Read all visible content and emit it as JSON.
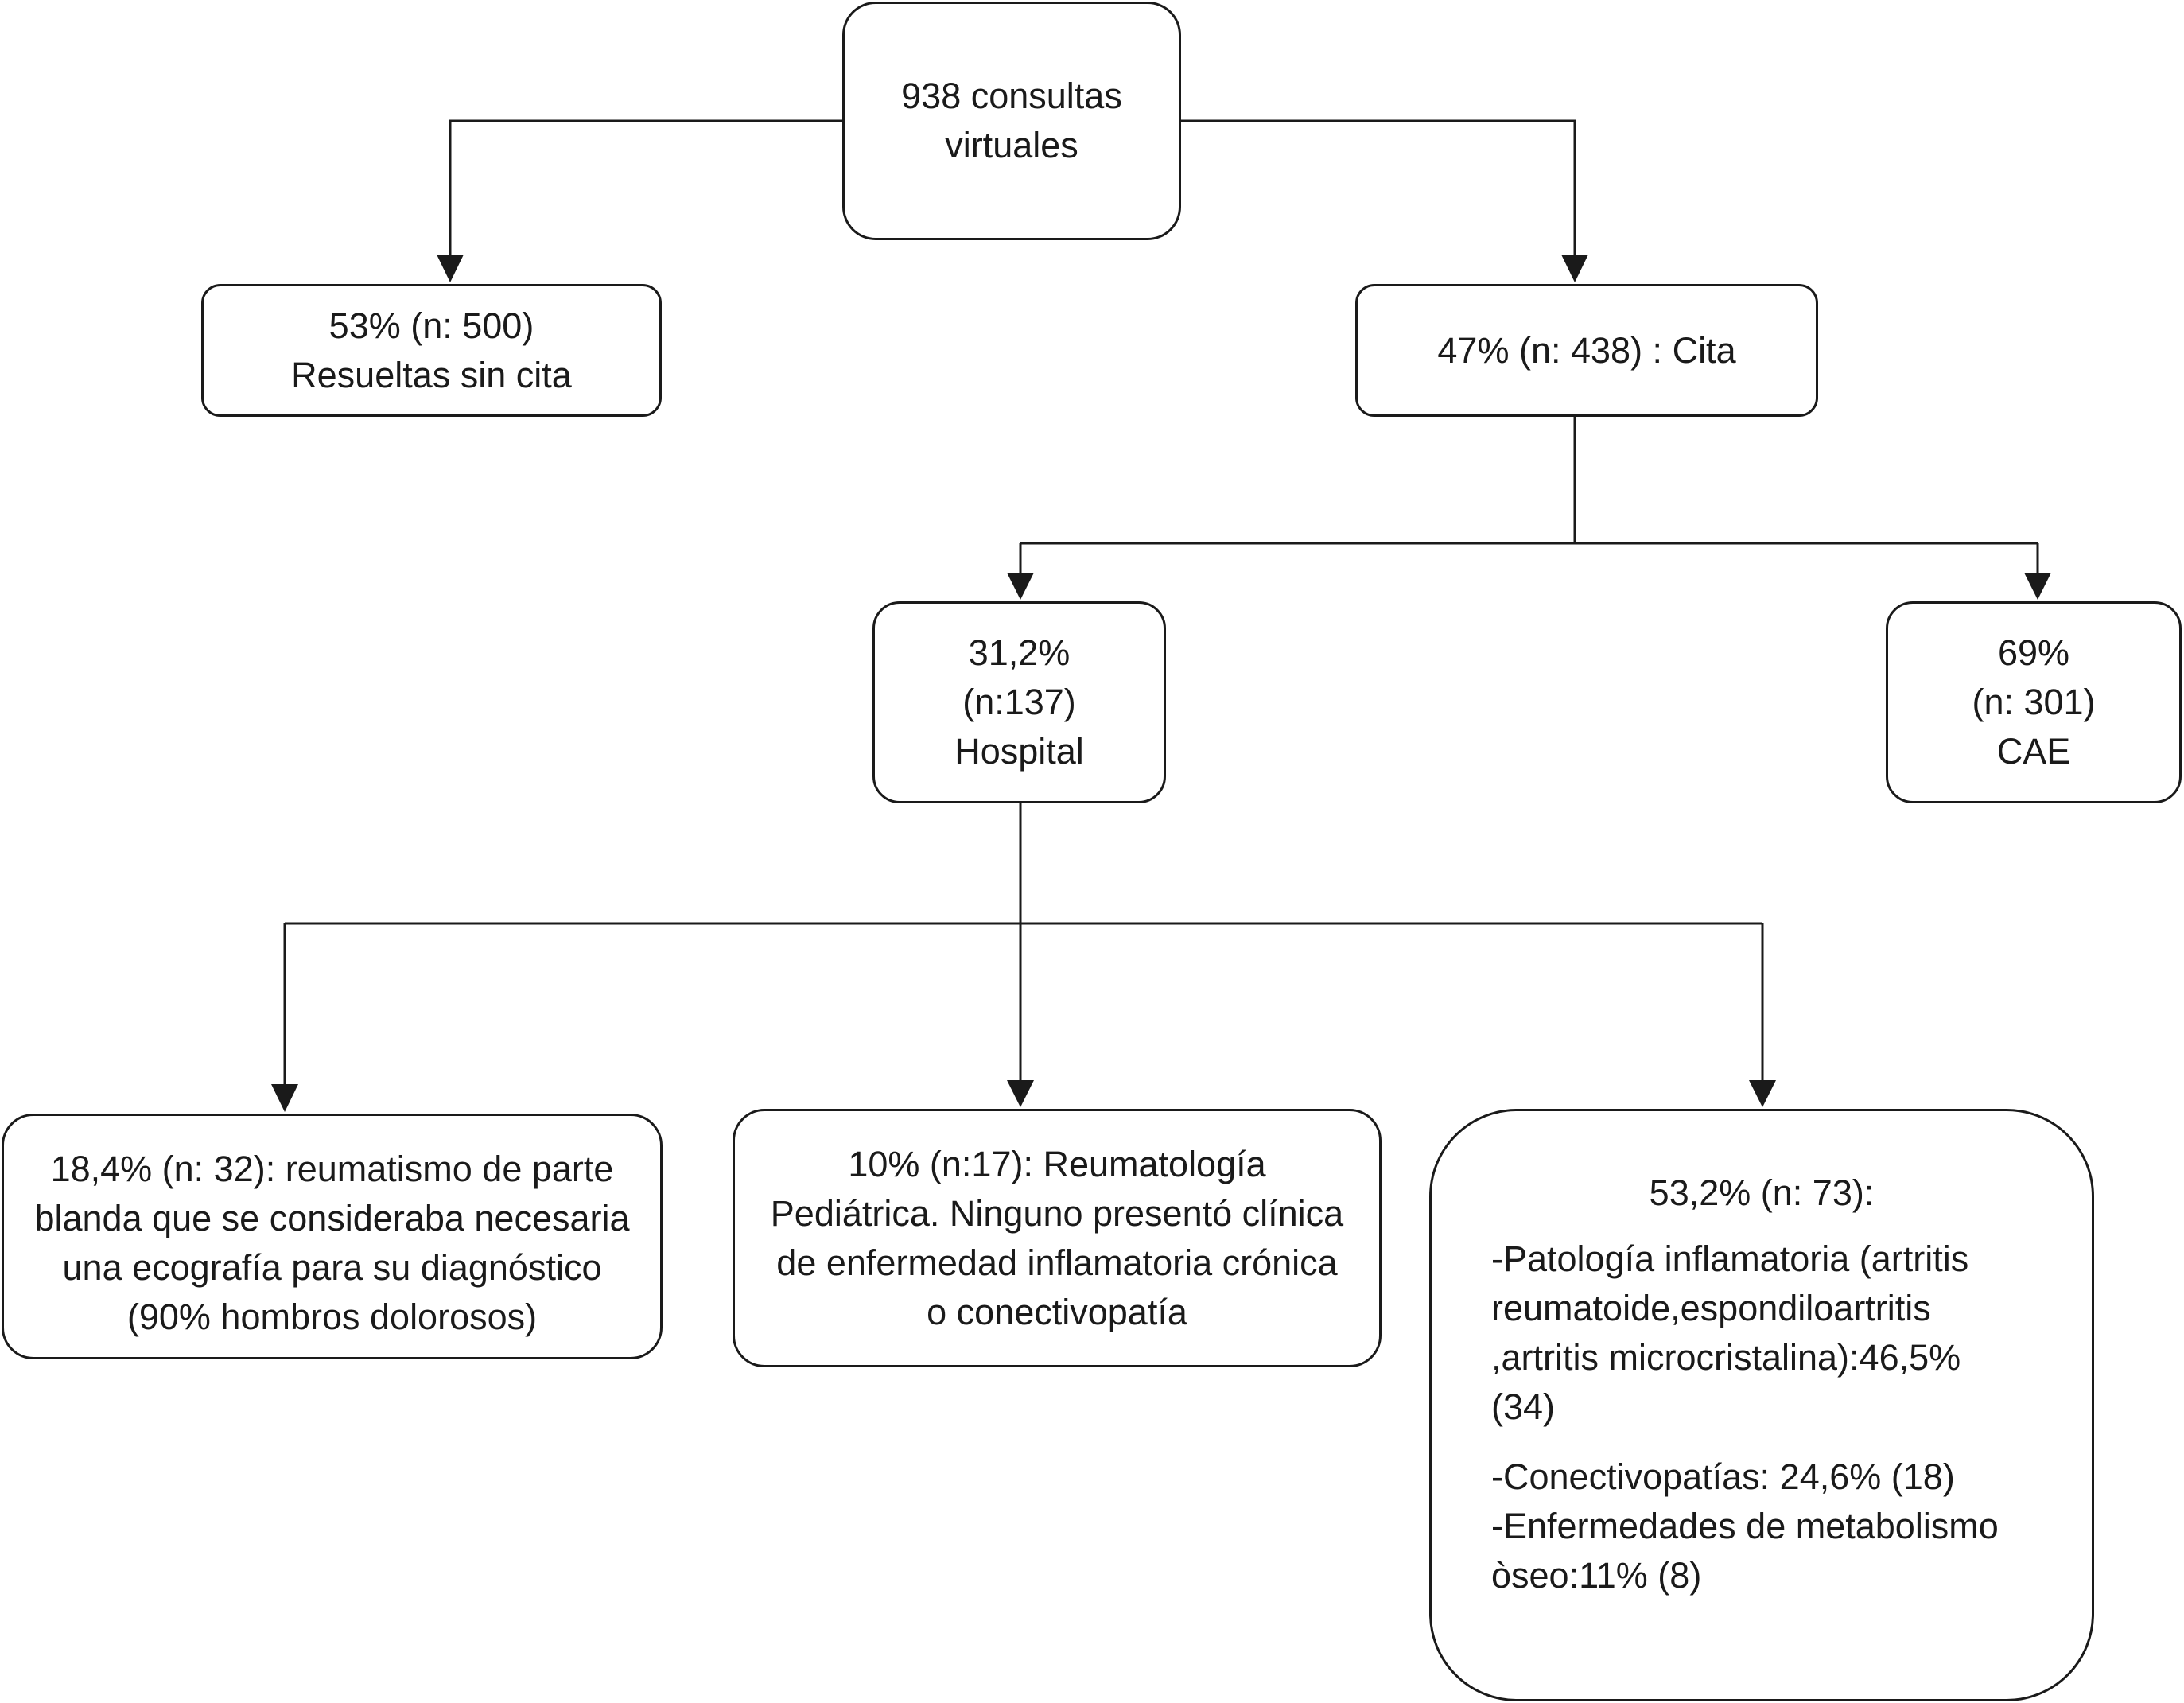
{
  "nodes": {
    "root": {
      "lines": [
        "938 consultas",
        "virtuales"
      ]
    },
    "resolved": {
      "lines": [
        "53% (n: 500)",
        "Resueltas sin cita"
      ]
    },
    "appointment": {
      "lines": [
        "47% (n: 438) : Cita"
      ]
    },
    "hospital": {
      "lines": [
        "31,2%",
        "(n:137)",
        "Hospital"
      ]
    },
    "cae": {
      "lines": [
        "69%",
        "(n: 301)",
        "CAE"
      ]
    },
    "soft_tissue": {
      "lines": [
        "18,4% (n: 32): reumatismo de parte",
        "blanda que se consideraba necesaria",
        "una  ecografía para su diagnóstico",
        "(90% hombros dolorosos)"
      ]
    },
    "pediatric": {
      "lines": [
        "10% (n:17): Reumatología",
        "Pediátrica. Ninguno presentó clínica",
        "de enfermedad inflamatoria crónica",
        "o conectivopatía"
      ]
    },
    "chronic": {
      "title": "53,2% (n: 73):",
      "items": [
        {
          "lines": [
            "-Patología inflamatoria (artritis",
            "reumatoide,espondiloartritis",
            ",artritis microcristalina):46,5%",
            "(34)"
          ]
        },
        {
          "lines": [
            "-Conectivopatías: 24,6% (18)"
          ]
        },
        {
          "lines": [
            "-Enfermedades de metabolismo",
            "òseo:11% (8)"
          ]
        }
      ]
    }
  },
  "edges": [
    {
      "from": "root",
      "to": "resolved"
    },
    {
      "from": "root",
      "to": "appointment"
    },
    {
      "from": "appointment",
      "to": "hospital"
    },
    {
      "from": "appointment",
      "to": "cae"
    },
    {
      "from": "hospital",
      "to": "soft_tissue"
    },
    {
      "from": "hospital",
      "to": "pediatric"
    },
    {
      "from": "hospital",
      "to": "chronic"
    }
  ],
  "colors": {
    "stroke": "#1a1a1a",
    "background": "#ffffff"
  }
}
